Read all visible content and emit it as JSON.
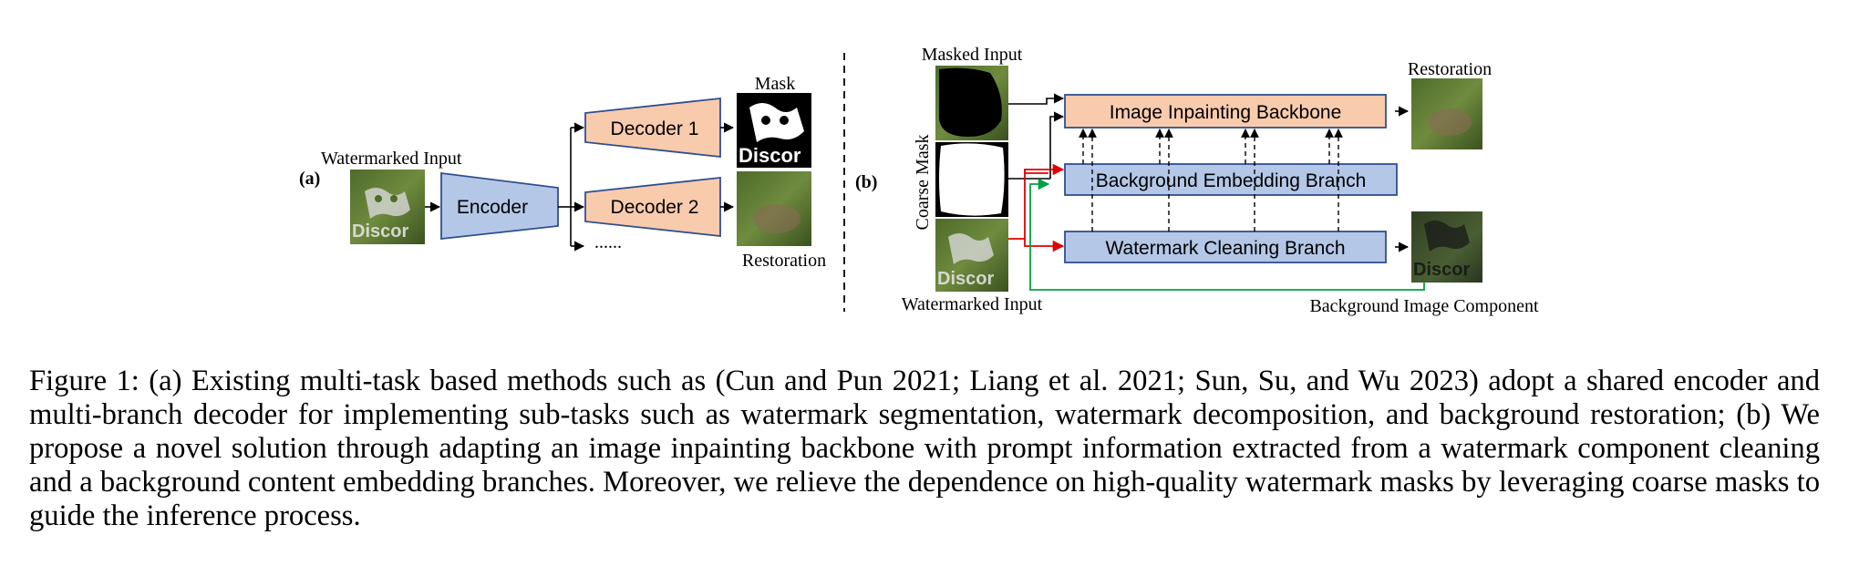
{
  "panel_a": {
    "tag": "(a)",
    "input_label": "Watermarked Input",
    "encoder_label": "Encoder",
    "decoder1_label": "Decoder 1",
    "decoder2_label": "Decoder 2",
    "more_label": "......",
    "mask_label": "Mask",
    "restoration_label": "Restoration"
  },
  "panel_b": {
    "tag": "(b)",
    "masked_input_label": "Masked Input",
    "coarse_mask_label": "Coarse Mask",
    "watermarked_input_label": "Watermarked Input",
    "inpainting_label": "Image Inpainting Backbone",
    "background_label": "Background Embedding Branch",
    "cleaning_label": "Watermark Cleaning Branch",
    "restoration_label": "Restoration",
    "background_component_label": "Background Image Component"
  },
  "watermark_text": "Discor",
  "colors": {
    "orange_box": "#F8CBAD",
    "blue_box": "#B4C7E7",
    "red_arrow": "#E00000",
    "green_arrow": "#00A040"
  },
  "caption": "Figure 1: (a) Existing multi-task based methods such as (Cun and Pun 2021; Liang et al. 2021; Sun, Su, and Wu 2023) adopt a shared encoder and multi-branch decoder for implementing sub-tasks such as watermark segmentation, watermark decomposition, and background restoration; (b) We propose a novel solution through adapting an image inpainting backbone with prompt information extracted from a watermark component cleaning and a background content embedding branches. Moreover, we relieve the dependence on high-quality watermark masks by leveraging coarse masks to guide the inference process."
}
